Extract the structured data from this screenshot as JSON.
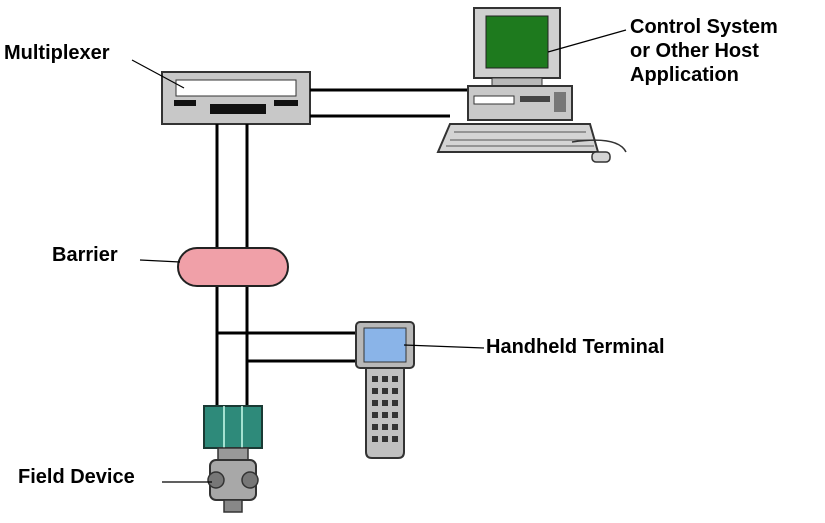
{
  "labels": {
    "multiplexer": "Multiplexer",
    "control_system": [
      "Control System",
      "or Other Host",
      "Application"
    ],
    "barrier": "Barrier",
    "handheld_terminal": "Handheld Terminal",
    "field_device": "Field Device"
  },
  "colors": {
    "monitor_screen": "#1e7a1e",
    "barrier_fill": "#f0a0a8",
    "field_device": "#2e8a7a",
    "terminal_screen": "#8ab4e8",
    "equipment_gray": "#c8c8c8",
    "line": "#000000"
  }
}
